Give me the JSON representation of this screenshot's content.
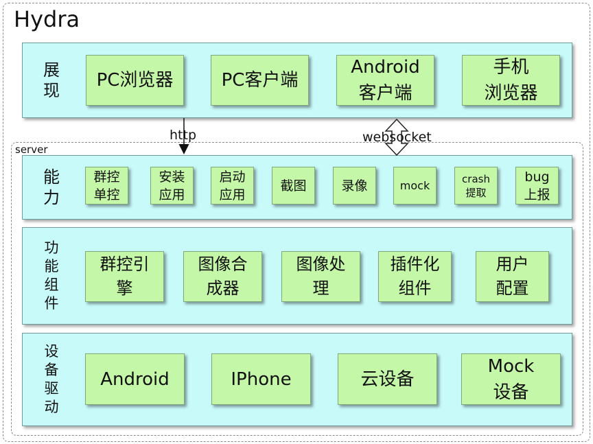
{
  "title": "Hydra",
  "server_label": "server",
  "layers": {
    "presentation": {
      "label": "展\n现",
      "items": [
        "PC浏览器",
        "PC客户端",
        "Android\n客户端",
        "手机\n浏览器"
      ]
    },
    "capability": {
      "label": "能\n力",
      "items": [
        "群控\n单控",
        "安装\n应用",
        "启动\n应用",
        "截图",
        "录像",
        "mock",
        "crash\n提取",
        "bug\n上报"
      ]
    },
    "components": {
      "label": "功\n能\n组\n件",
      "items": [
        "群控引\n擎",
        "图像合\n成器",
        "图像处\n理",
        "插件化\n组件",
        "用户\n配置"
      ]
    },
    "drivers": {
      "label": "设\n备\n驱\n动",
      "items": [
        "Android",
        "IPhone",
        "云设备",
        "Mock\n设备"
      ]
    }
  },
  "connections": {
    "http": "http",
    "websocket": "websocket"
  },
  "colors": {
    "layer_fill": "#c8fafa",
    "box_fill": "#c4f7a8"
  }
}
